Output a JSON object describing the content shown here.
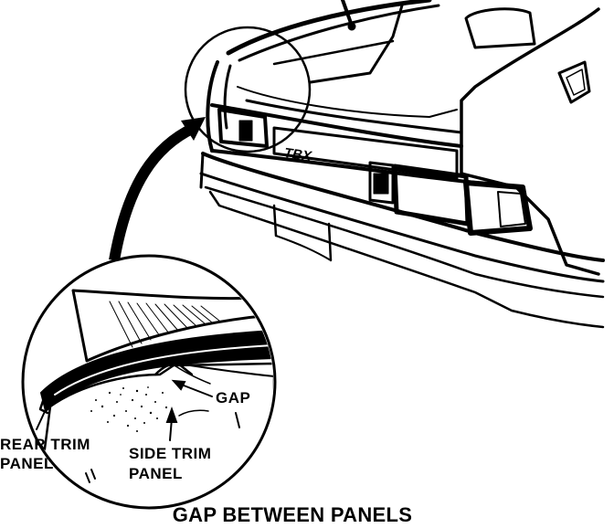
{
  "caption": "GAP BETWEEN PANELS",
  "badge_text": "TBX",
  "labels": {
    "gap": "GAP",
    "rear_trim_line1": "REAR TRIM",
    "rear_trim_line2": "PANEL",
    "side_trim_line1": "SIDE TRIM",
    "side_trim_line2": "PANEL"
  },
  "colors": {
    "ink": "#000000",
    "paper": "#ffffff"
  }
}
